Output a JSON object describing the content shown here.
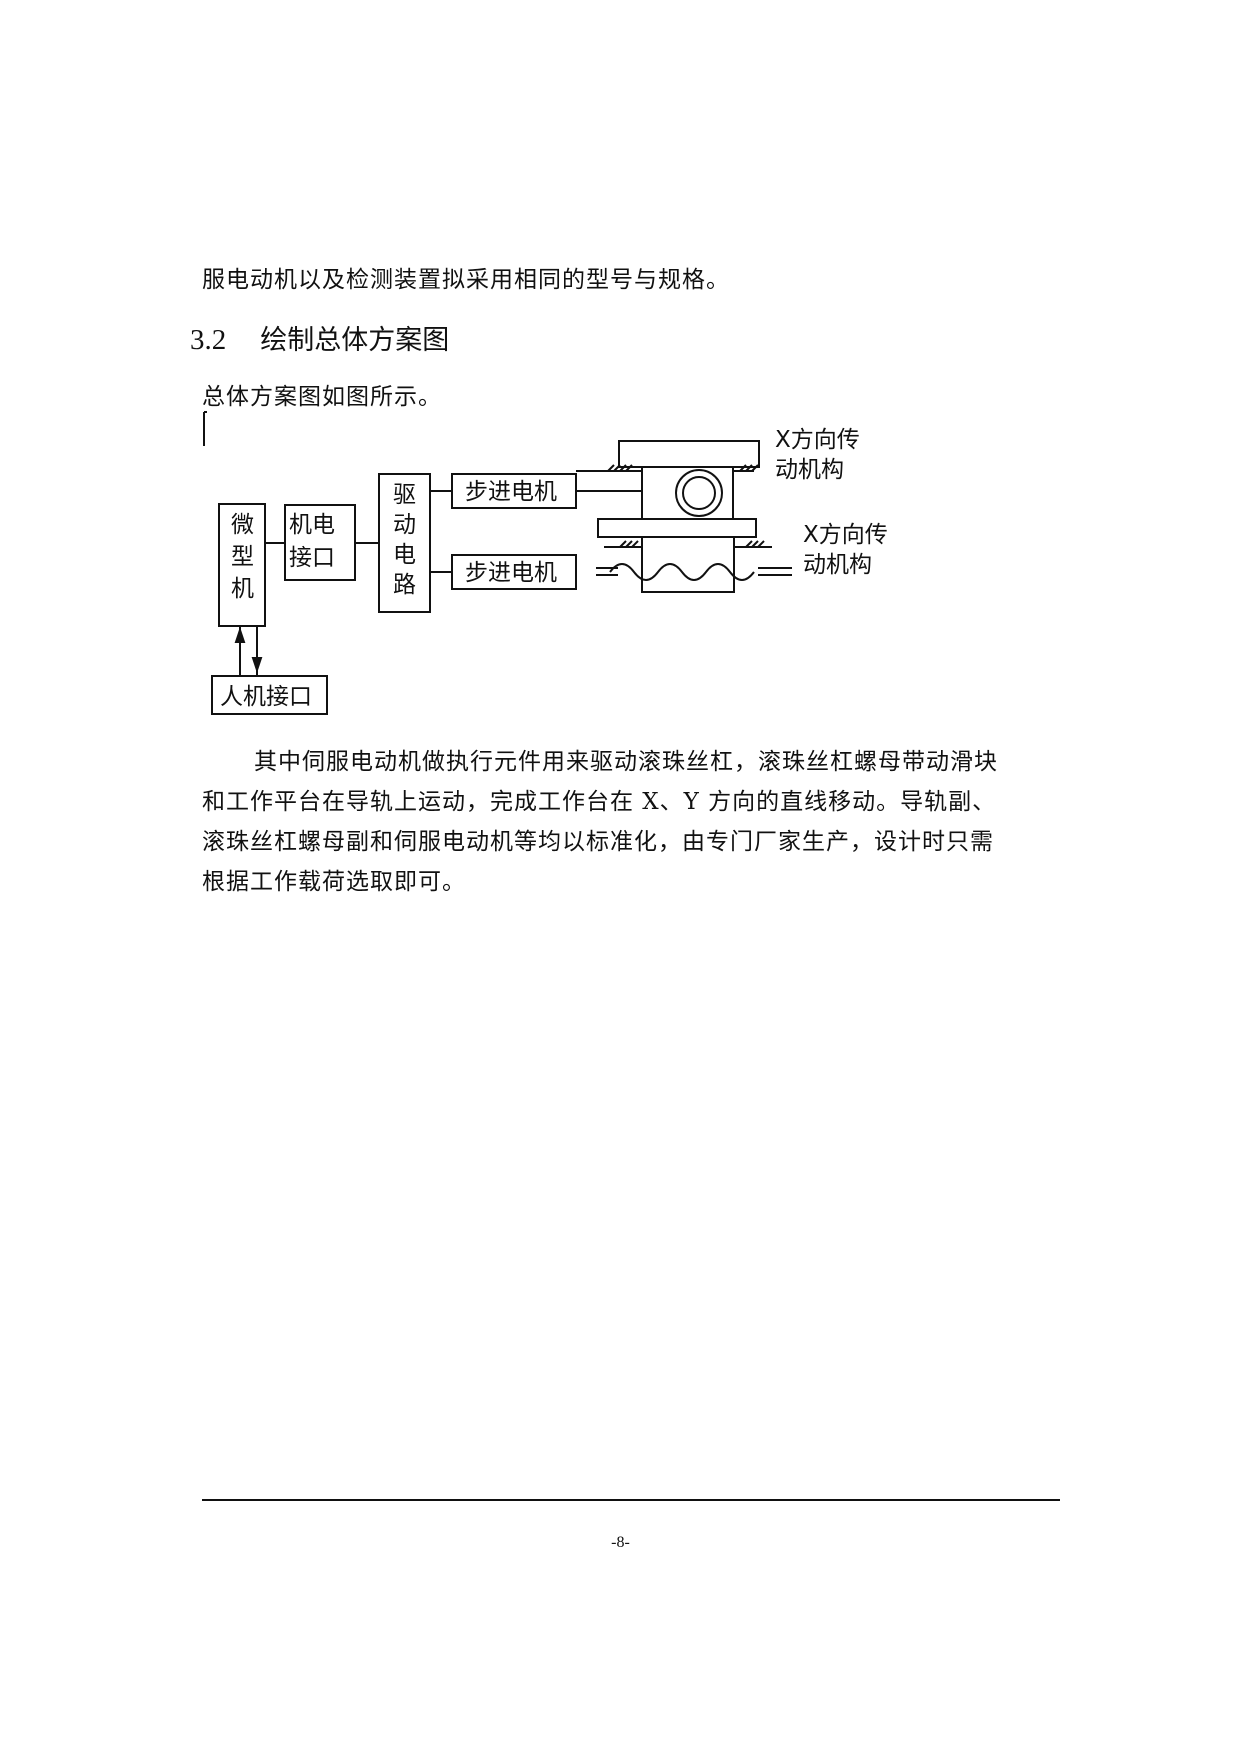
{
  "document": {
    "intro_line": "服电动机以及检测装置拟采用相同的型号与规格。",
    "section": {
      "number": "3.2",
      "title": "绘制总体方案图"
    },
    "figure_intro": "总体方案图如图所示。",
    "paragraph_lines": [
      "其中伺服电动机做执行元件用来驱动滚珠丝杠，滚珠丝杠螺母带动滑块",
      "和工作平台在导轨上运动，完成工作台在 X、Y 方向的直线移动。导轨副、",
      "滚珠丝杠螺母副和伺服电动机等均以标准化，由专门厂家生产，设计时只需",
      "根据工作载荷选取即可。"
    ],
    "page_number": "-8-"
  },
  "diagram": {
    "microcomputer": [
      "微",
      "型",
      "机"
    ],
    "mech_interface": [
      "机电",
      "接口"
    ],
    "drive_circuit": [
      "驱",
      "动",
      "电",
      "路"
    ],
    "stepper_motor_top": "步进电机",
    "stepper_motor_bottom": "步进电机",
    "hmi": "人机接口",
    "transmission_top": [
      "X方向传",
      "动机构"
    ],
    "transmission_bottom": [
      "X方向传",
      "动机构"
    ]
  }
}
